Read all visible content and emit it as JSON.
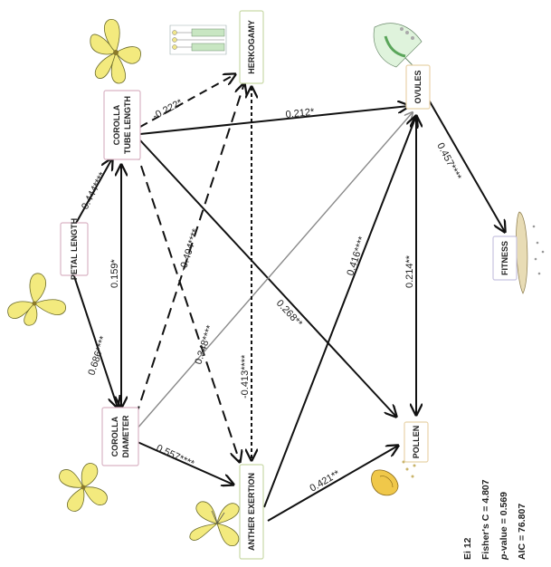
{
  "nodes": {
    "petal_length": {
      "label": "PETAL LENGTH",
      "border_color": "#d9b3c4"
    },
    "corolla_tube_length": {
      "line1": "COROLLA",
      "line2": "TUBE LENGTH",
      "border_color": "#d9b3c4"
    },
    "corolla_diameter": {
      "line1": "COROLLA",
      "line2": "DIAMETER",
      "border_color": "#d9b3c4"
    },
    "herkogamy": {
      "label": "HERKOGAMY",
      "border_color": "#c9d9a8"
    },
    "anther_exertion": {
      "label": "ANTHER EXERTION",
      "border_color": "#c9d9a8"
    },
    "ovules": {
      "label": "OVULES",
      "border_color": "#e8d3a9"
    },
    "pollen": {
      "label": "POLLEN",
      "border_color": "#e8d3a9"
    },
    "fitness": {
      "label": "FITNESS",
      "border_color": "#c8c3e0"
    }
  },
  "edges": [
    {
      "id": "pl-ctl",
      "label": "0.444****",
      "style": "solid",
      "color": "#111111"
    },
    {
      "id": "pl-cd",
      "label": "0.686****",
      "style": "solid",
      "color": "#111111"
    },
    {
      "id": "ctl-cd",
      "label": "0.159*",
      "style": "solid",
      "color": "#111111"
    },
    {
      "id": "ctl-herk",
      "label": "-0.222*",
      "style": "dashed",
      "color": "#111111"
    },
    {
      "id": "ctl-ovules",
      "label": "0.212*",
      "style": "solid",
      "color": "#111111"
    },
    {
      "id": "ctl-anther",
      "label": "-0.404****",
      "style": "dashed",
      "color": "#111111"
    },
    {
      "id": "ctl-pollen",
      "label": "0.268**",
      "style": "solid",
      "color": "#111111"
    },
    {
      "id": "cd-herk",
      "label": "0.348****",
      "style": "dashed",
      "color": "#111111"
    },
    {
      "id": "cd-anther",
      "label": "0.557****",
      "style": "solid",
      "color": "#111111"
    },
    {
      "id": "cd-ovules",
      "label": "",
      "style": "solid",
      "color": "#9a9a9a"
    },
    {
      "id": "herk-anther",
      "label": "-0.413****",
      "style": "dotted",
      "color": "#111111"
    },
    {
      "id": "anther-ovules",
      "label": "0.416****",
      "style": "solid",
      "color": "#111111"
    },
    {
      "id": "anther-pollen",
      "label": "0.421**",
      "style": "solid",
      "color": "#111111"
    },
    {
      "id": "ovules-pollen",
      "label": "0.214**",
      "style": "solid",
      "color": "#111111"
    },
    {
      "id": "ovules-fitness",
      "label": "0.457****",
      "style": "solid",
      "color": "#111111"
    }
  ],
  "stats": {
    "title": "Ei 12",
    "fisher": "Fisher's C = 4.807",
    "p_prefix": "p",
    "p_rest": "-value = 0.569",
    "aic": "AIC = 76.807"
  },
  "colors": {
    "petal_yellow": "#f3ea7e",
    "petal_outline": "#6b6b2a",
    "ovule_green": "#9fd79a",
    "pollen_yellow": "#f0c84a",
    "fitness_tan": "#d8c79a"
  }
}
